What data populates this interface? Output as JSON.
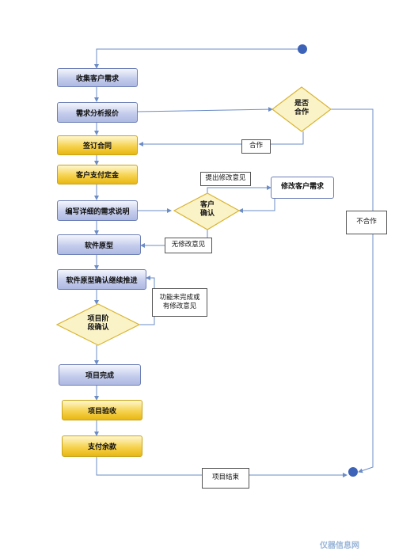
{
  "colors": {
    "connector": "#6b8cc7",
    "blue_box": "#c5cdec",
    "gold_box": "#f6d24f",
    "diamond_fill": "#fbf3c8",
    "dot": "#3d63b8"
  },
  "nodes": {
    "collect": "收集客户需求",
    "analysis": "需求分析报价",
    "contract": "签订合同",
    "deposit": "客户支付定金",
    "spec": "编写详细的需求说明",
    "prototype": "软件原型",
    "advance": "软件原型确认继续推进",
    "complete": "项目完成",
    "accept": "项目验收",
    "balance": "支付余款"
  },
  "decisions": {
    "cooperate_line1": "是否",
    "cooperate_line2": "合作",
    "confirm_line1": "客户",
    "confirm_line2": "确认",
    "stage_line1": "项目阶",
    "stage_line2": "段确认"
  },
  "notes": {
    "cooperate": "合作",
    "feedback": "提出修改意见",
    "revise": "修改客户需求",
    "no_change": "无修改意见",
    "not_cooperate": "不合作",
    "incomplete_line1": "功能未完成或",
    "incomplete_line2": "有修改意见",
    "end": "项目结束"
  },
  "watermark": "仪器信息网"
}
